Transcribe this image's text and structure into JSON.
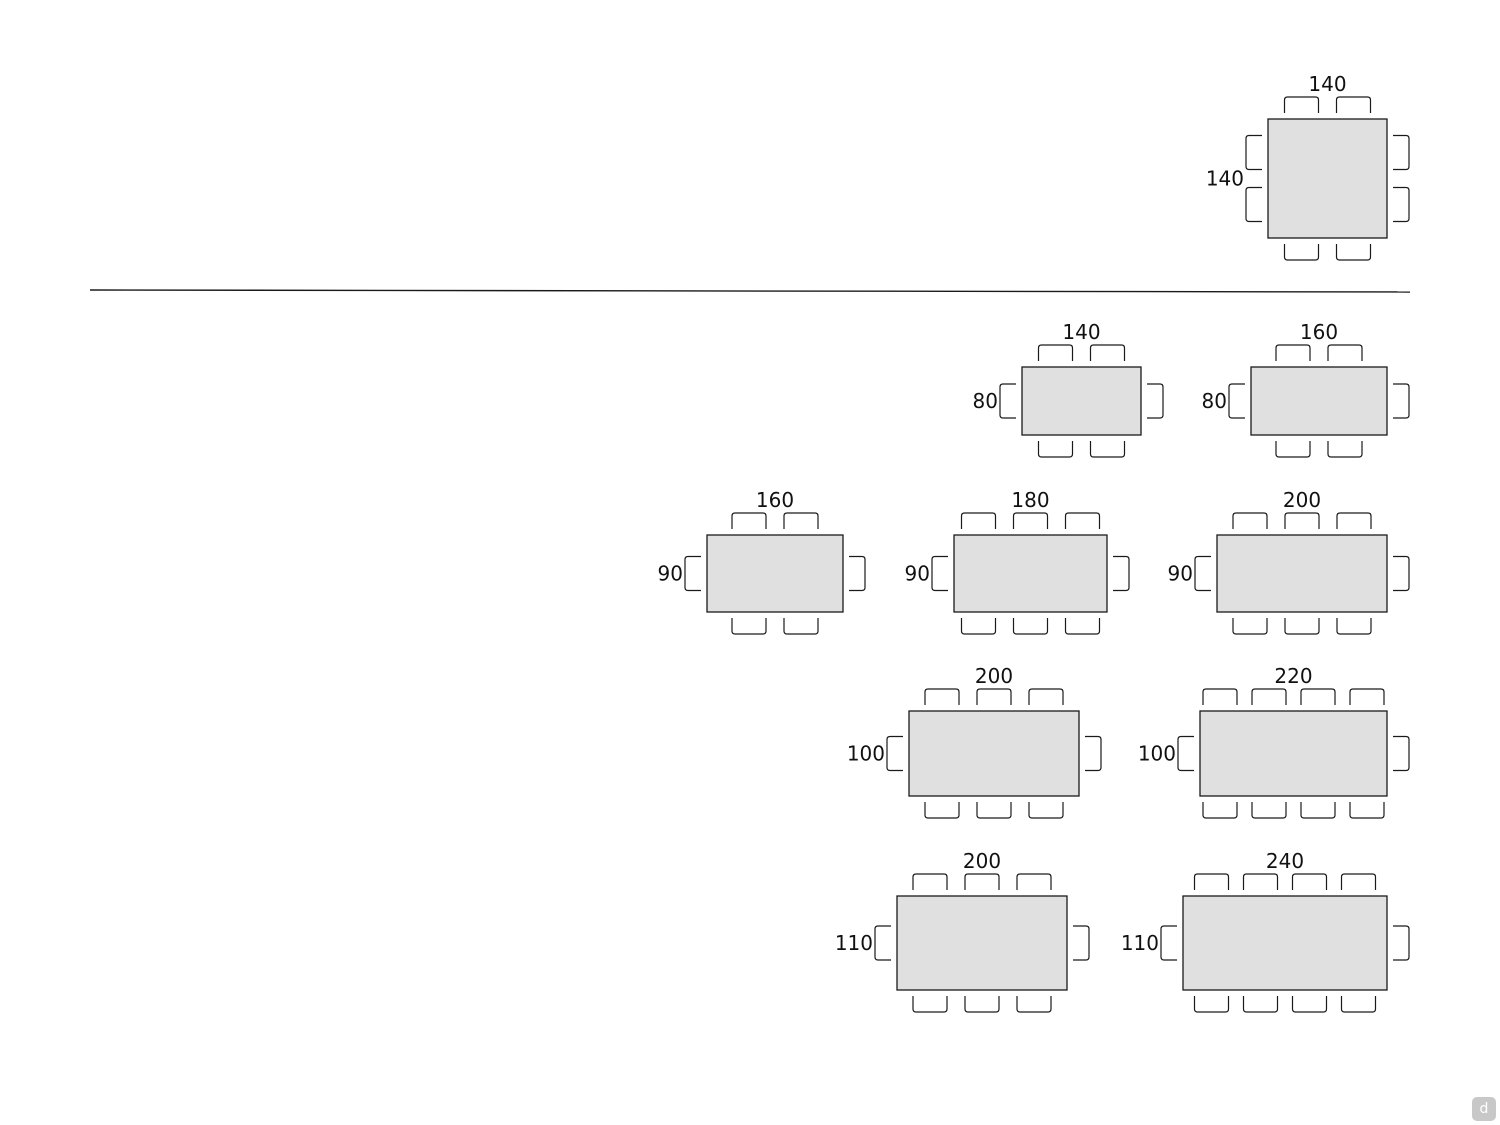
{
  "colors": {
    "table_fill": "#e0e0e0",
    "outline": "#1a1a1a",
    "badge": "#c8c8c8"
  },
  "tables": [
    {
      "id": "t1",
      "width_label": "140",
      "depth_label": "140",
      "chairs_long_side": 2,
      "chairs_short_side": 2
    },
    {
      "id": "t2",
      "width_label": "140",
      "depth_label": "80",
      "chairs_long_side": 2,
      "chairs_short_side": 1
    },
    {
      "id": "t3",
      "width_label": "160",
      "depth_label": "80",
      "chairs_long_side": 2,
      "chairs_short_side": 1
    },
    {
      "id": "t4",
      "width_label": "160",
      "depth_label": "90",
      "chairs_long_side": 2,
      "chairs_short_side": 1
    },
    {
      "id": "t5",
      "width_label": "180",
      "depth_label": "90",
      "chairs_long_side": 3,
      "chairs_short_side": 1
    },
    {
      "id": "t6",
      "width_label": "200",
      "depth_label": "90",
      "chairs_long_side": 3,
      "chairs_short_side": 1
    },
    {
      "id": "t7",
      "width_label": "200",
      "depth_label": "100",
      "chairs_long_side": 3,
      "chairs_short_side": 1
    },
    {
      "id": "t8",
      "width_label": "220",
      "depth_label": "100",
      "chairs_long_side": 4,
      "chairs_short_side": 1
    },
    {
      "id": "t9",
      "width_label": "200",
      "depth_label": "110",
      "chairs_long_side": 3,
      "chairs_short_side": 1
    },
    {
      "id": "t10",
      "width_label": "240",
      "depth_label": "110",
      "chairs_long_side": 4,
      "chairs_short_side": 1
    }
  ],
  "badge_icon": "d-logo-icon",
  "badge_text": "d"
}
